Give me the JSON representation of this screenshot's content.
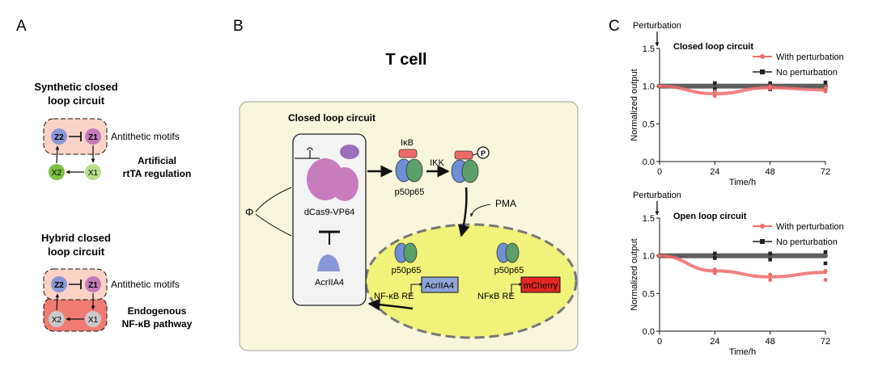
{
  "panels": {
    "a": "A",
    "b": "B",
    "c": "C"
  },
  "colors": {
    "box_fill": "#f7f6dd",
    "box_stroke": "#b0b0a8",
    "nucleus_fill": "#f1f27a",
    "pink_bg": "#fbd3c6",
    "red_bg": "#ef7b73",
    "z2": "#8a97d6",
    "z1": "#c47bb8",
    "x_green_dark": "#7cbf45",
    "x_green_light": "#b8dd8a",
    "x_grey": "#c9c9c9",
    "p50": "#6e8fd6",
    "p65": "#5ba06a",
    "ikb": "#ef6b6b",
    "dcas9": "#c87bbd",
    "vp64": "#9a6fbe",
    "acr": "#8a97d6",
    "acr_box": "#8fa4d8",
    "mcherry_box": "#e32626",
    "with_pert": "#f06a6a",
    "no_pert": "#555555"
  },
  "panel_a": {
    "synthetic": {
      "title_line1": "Synthetic closed",
      "title_line2": "loop circuit",
      "z2": "Z2",
      "z1": "Z1",
      "x2": "X2",
      "x1": "X1",
      "antithetic": "Antithetic motifs",
      "regulation_line1": "Artificial",
      "regulation_line2": "rtTA regulation"
    },
    "hybrid": {
      "title_line1": "Hybrid closed",
      "title_line2": "loop circuit",
      "z2": "Z2",
      "z1": "Z1",
      "x2": "X2",
      "x1": "X1",
      "antithetic": "Antithetic motifs",
      "pathway_line1": "Endogenous",
      "pathway_line2": "NF-κB pathway"
    }
  },
  "panel_b": {
    "title": "T cell",
    "circuit_label": "Closed loop circuit",
    "phi": "Φ",
    "dcas9": "dCas9-VP64",
    "acr": "AcrIIA4",
    "ikb": "IκB",
    "ikk": "IKK",
    "p": "P",
    "pma": "PMA",
    "p50p65_top": "p50p65",
    "p50p65_left": "p50p65",
    "p50p65_right": "p50p65",
    "re_left": "NF-κB RE",
    "gene_left": "AcrIIA4",
    "re_right": "NFκB RE",
    "gene_right": "mCherry"
  },
  "panel_c": {
    "perturbation_label": "Perturbation",
    "charts_meta": [
      {
        "title": "Closed loop circuit",
        "legend_with": "With perturbation",
        "legend_no": "No perturbation",
        "ylabel": "Normalized output",
        "xlabel": "Time/h",
        "yticks": [
          "0.0",
          "0.5",
          "1.0",
          "1.5"
        ],
        "xticks": [
          "0",
          "24",
          "48",
          "72"
        ]
      },
      {
        "title": "Open loop circuit",
        "legend_with": "With perturbation",
        "legend_no": "No perturbation",
        "ylabel": "Normalized output",
        "xlabel": "Time/h",
        "yticks": [
          "0.0",
          "0.5",
          "1.0",
          "1.5"
        ],
        "xticks": [
          "0",
          "24",
          "48",
          "72"
        ]
      }
    ]
  },
  "chart_data": [
    {
      "type": "line",
      "title": "Closed loop circuit",
      "xlabel": "Time/h",
      "ylabel": "Normalized output",
      "xlim": [
        0,
        72
      ],
      "ylim": [
        0,
        1.5
      ],
      "x": [
        0,
        24,
        48,
        72
      ],
      "series": [
        {
          "name": "With perturbation",
          "color": "#f06a6a",
          "values": [
            1.0,
            0.9,
            0.98,
            0.95
          ],
          "points": [
            [
              0,
              1.0
            ],
            [
              24,
              0.87
            ],
            [
              24,
              0.93
            ],
            [
              48,
              0.97
            ],
            [
              48,
              1.0
            ],
            [
              72,
              0.93
            ],
            [
              72,
              0.98
            ]
          ]
        },
        {
          "name": "No perturbation",
          "color": "#555555",
          "values": [
            1.0,
            1.0,
            1.0,
            1.0
          ],
          "points": [
            [
              0,
              1.0
            ],
            [
              24,
              0.96
            ],
            [
              24,
              1.04
            ],
            [
              48,
              0.96
            ],
            [
              48,
              1.04
            ],
            [
              72,
              0.97
            ],
            [
              72,
              1.05
            ]
          ]
        }
      ]
    },
    {
      "type": "line",
      "title": "Open loop circuit",
      "xlabel": "Time/h",
      "ylabel": "Normalized output",
      "xlim": [
        0,
        72
      ],
      "ylim": [
        0,
        1.5
      ],
      "x": [
        0,
        24,
        48,
        72
      ],
      "series": [
        {
          "name": "With perturbation",
          "color": "#f06a6a",
          "values": [
            1.0,
            0.8,
            0.72,
            0.78
          ],
          "points": [
            [
              0,
              1.0
            ],
            [
              24,
              0.77
            ],
            [
              24,
              0.82
            ],
            [
              48,
              0.68
            ],
            [
              48,
              0.75
            ],
            [
              72,
              0.68
            ],
            [
              72,
              0.8
            ]
          ]
        },
        {
          "name": "No perturbation",
          "color": "#555555",
          "values": [
            1.0,
            1.0,
            1.0,
            1.0
          ],
          "points": [
            [
              0,
              1.0
            ],
            [
              24,
              0.97
            ],
            [
              24,
              1.03
            ],
            [
              48,
              0.95
            ],
            [
              48,
              1.03
            ],
            [
              72,
              0.9
            ],
            [
              72,
              1.05
            ]
          ]
        }
      ]
    }
  ]
}
